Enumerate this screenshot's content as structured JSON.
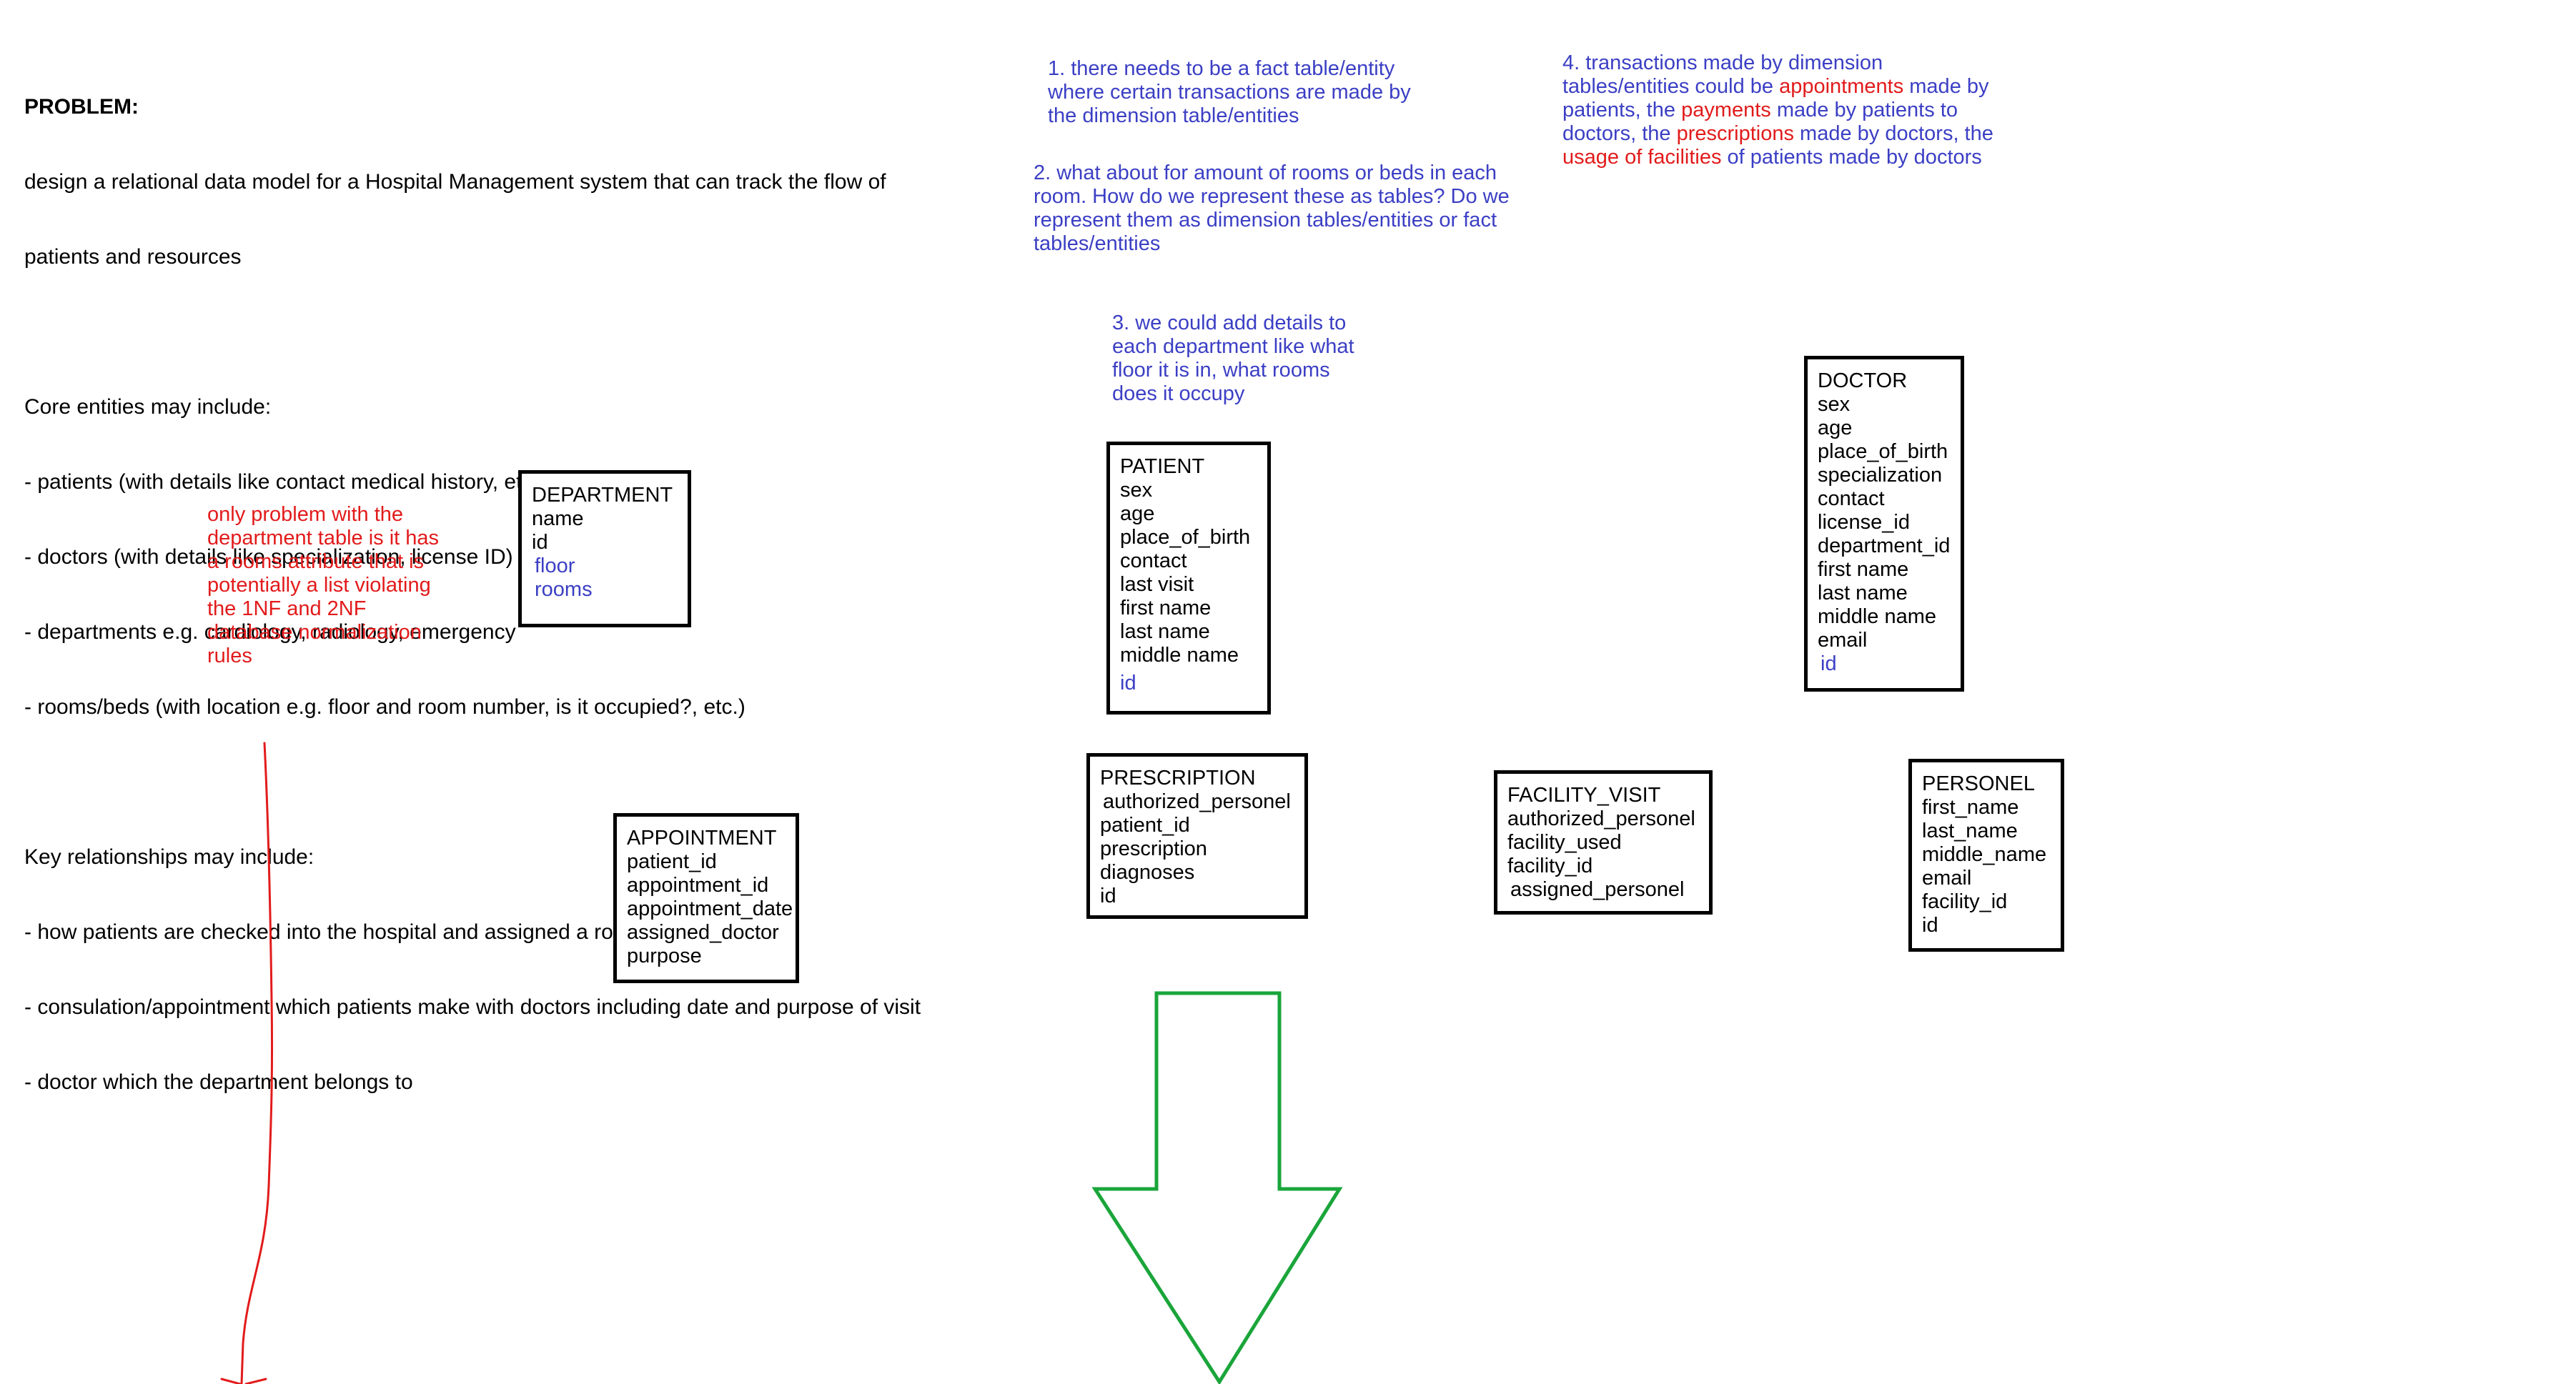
{
  "problem": {
    "title": "PROBLEM:",
    "statement": [
      "design a relational data model for a Hospital Management system that can track the flow of",
      "patients and resources"
    ],
    "core_heading": "Core entities may include:",
    "core_items": [
      "- patients (with details like contact medical history, etc.)",
      "- doctors (with details like specialization, license ID)",
      "- departments e.g. cardiology, radiology, emergency",
      "- rooms/beds (with location e.g. floor and room number, is it occupied?, etc.)"
    ],
    "relationships_heading": "Key relationships may include:",
    "relationship_items": [
      "- how patients are checked into the hospital and assigned a room/bed",
      "- consulation/appointment which patients make with doctors including date and purpose of visit",
      "- doctor which the department belongs to"
    ]
  },
  "notes": {
    "note1": [
      "1. there needs to be a fact table/entity",
      "where certain transactions are made by",
      "the dimension table/entities"
    ],
    "note2": [
      "2. what about for amount of rooms or beds in each",
      "room. How do we represent these as tables? Do we",
      "represent them as dimension tables/entities or fact",
      "tables/entities"
    ],
    "note3": [
      "3. we could add details to",
      "each department like what",
      "floor it is in, what rooms",
      "does it occupy"
    ],
    "note4": {
      "l1": "4. transactions made by dimension",
      "l2a": "tables/entities could be ",
      "l2b": "appointments",
      "l2c": " made by",
      "l3a": "patients, the ",
      "l3b": "payments",
      "l3c": " made by patients to",
      "l4a": "doctors, the ",
      "l4b": "prescriptions",
      "l4c": " made by doctors, the",
      "l5a": "usage of facilities",
      "l5b": " of patients made by doctors"
    },
    "red_note": [
      "only problem with the",
      "department table is it has",
      "a rooms attribute that is",
      "potentially a list violating",
      "the 1NF and 2NF",
      "database normalization",
      "rules"
    ]
  },
  "entities": {
    "department": {
      "name": "DEPARTMENT",
      "attrs": [
        "name",
        "id"
      ],
      "blue_attrs": [
        "floor",
        "rooms"
      ]
    },
    "patient": {
      "name": "PATIENT",
      "attrs": [
        "sex",
        "age",
        "place_of_birth",
        "contact",
        "last visit",
        "first name",
        "last name",
        "middle name"
      ],
      "blue_attrs": [
        "id"
      ]
    },
    "doctor": {
      "name": "DOCTOR",
      "attrs": [
        "sex",
        "age",
        "place_of_birth",
        "specialization",
        "contact",
        "license_id",
        "department_id",
        "first name",
        "last name",
        "middle name",
        "email"
      ],
      "blue_attrs": [
        "id"
      ]
    },
    "appointment": {
      "name": "APPOINTMENT",
      "attrs": [
        "patient_id",
        "appointment_id",
        "appointment_date",
        "assigned_doctor",
        "purpose"
      ]
    },
    "prescription": {
      "name": "PRESCRIPTION",
      "attrs": [
        "authorized_personel",
        "patient_id",
        "prescription",
        "diagnoses",
        "id"
      ]
    },
    "facility_visit": {
      "name": "FACILITY_VISIT",
      "attrs": [
        "authorized_personel",
        "facility_used",
        "facility_id",
        "assigned_personel"
      ]
    },
    "personel": {
      "name": "PERSONEL",
      "attrs": [
        "first_name",
        "last_name",
        "middle_name",
        "email",
        "facility_id",
        "id"
      ]
    }
  },
  "colors": {
    "note_blue": "#3b3fc4",
    "note_red": "#e21b1b",
    "arrow_green": "#1aa53a",
    "box_border": "#000000"
  }
}
